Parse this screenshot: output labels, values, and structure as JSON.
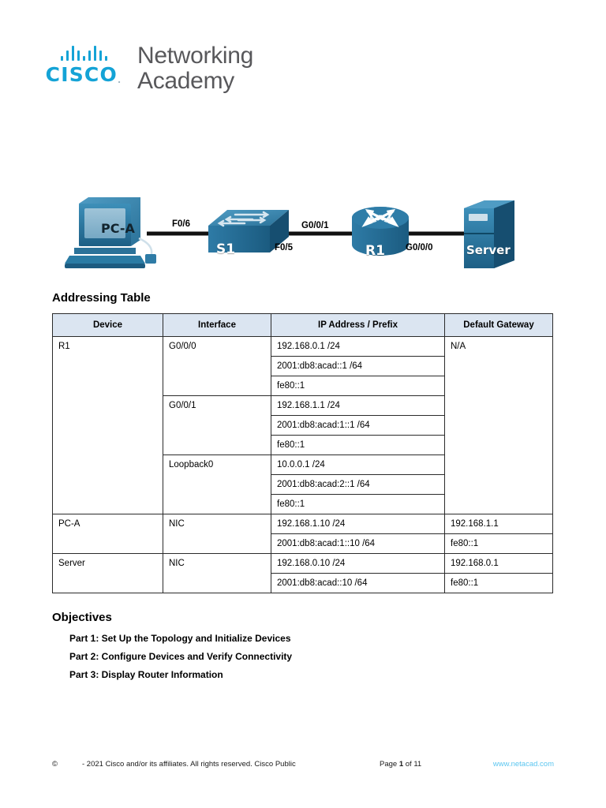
{
  "brand": {
    "cisco_word": "CISCO",
    "cisco_tm": ".",
    "line1": "Networking",
    "line2": "Academy"
  },
  "topology": {
    "devices": {
      "pc": "PC-A",
      "switch": "S1",
      "router": "R1",
      "server": "Server"
    },
    "interfaces": {
      "pc_to_switch": "F0/6",
      "switch_to_router": "F0/5",
      "router_to_switch": "G0/0/1",
      "router_to_server": "G0/0/0"
    }
  },
  "addressing": {
    "heading": "Addressing Table",
    "columns": [
      "Device",
      "Interface",
      "IP Address / Prefix",
      "Default Gateway"
    ],
    "rows": [
      {
        "device": "R1",
        "gateway": "N/A",
        "interfaces": [
          {
            "name": "G0/0/0",
            "addresses": [
              "192.168.0.1 /24",
              "2001:db8:acad::1 /64",
              "fe80::1"
            ]
          },
          {
            "name": "G0/0/1",
            "addresses": [
              "192.168.1.1 /24",
              "2001:db8:acad:1::1 /64",
              "fe80::1"
            ]
          },
          {
            "name": "Loopback0",
            "addresses": [
              "10.0.0.1 /24",
              "2001:db8:acad:2::1 /64",
              "fe80::1"
            ]
          }
        ]
      },
      {
        "device": "PC-A",
        "interfaces": [
          {
            "name": "NIC",
            "addresses": [
              "192.168.1.10 /24",
              "2001:db8:acad:1::10 /64"
            ],
            "gateways": [
              "192.168.1.1",
              "fe80::1"
            ]
          }
        ]
      },
      {
        "device": "Server",
        "interfaces": [
          {
            "name": "NIC",
            "addresses": [
              "192.168.0.10 /24",
              "2001:db8:acad::10 /64"
            ],
            "gateways": [
              "192.168.0.1",
              "fe80::1"
            ]
          }
        ]
      }
    ]
  },
  "objectives": {
    "heading": "Objectives",
    "items": [
      "Part 1: Set Up the Topology and Initialize Devices",
      "Part 2: Configure Devices and Verify Connectivity",
      "Part 3: Display Router Information"
    ]
  },
  "footer": {
    "copyright_symbol": "©",
    "rights": "- 2021 Cisco and/or its affiliates. All rights reserved. Cisco Public",
    "page_prefix": "Page",
    "page_number": "1",
    "page_of": "of",
    "page_total": "11",
    "link": "www.netacad.com",
    "link_color": "#5bc6f0"
  }
}
